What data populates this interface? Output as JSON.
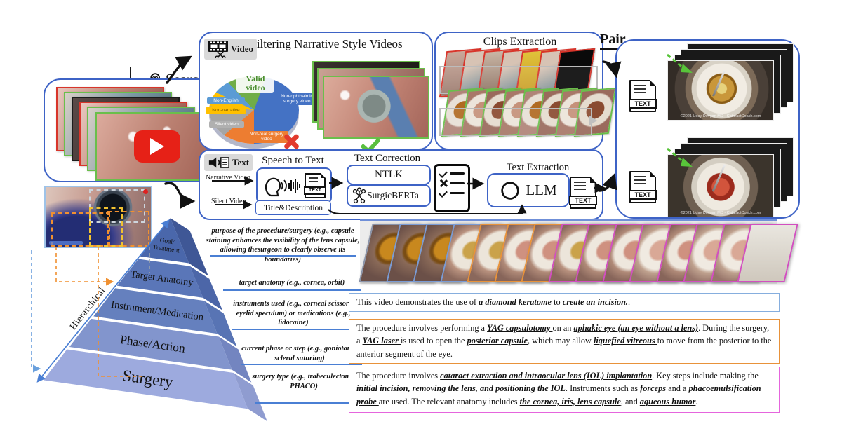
{
  "search": {
    "label": "Search",
    "frames": [
      {
        "border": "#d8352b",
        "look": "ss1"
      },
      {
        "border": "#6abf4b",
        "look": "ss2"
      },
      {
        "border": "#1c1c1c",
        "look": "ss3"
      },
      {
        "border": "#d8352b",
        "look": "ss1"
      },
      {
        "border": "#6abf4b",
        "look": "ss2"
      }
    ]
  },
  "filtering": {
    "title": "Filtering Narrative Style Videos",
    "icon_label": "Video",
    "pie": {
      "start": 20,
      "slices": [
        {
          "label": "Non-ophthalmic surgery video",
          "color": "#4472c4",
          "deg": 140,
          "pct": 38.9
        },
        {
          "label": "Non-real surgery video",
          "color": "#ed7d31",
          "deg": 50,
          "pct": 13.9
        },
        {
          "label": "Silent video",
          "color": "#a5a5a5",
          "deg": 45,
          "pct": 12.5
        },
        {
          "label": "Non-narrative",
          "color": "#ffc000",
          "deg": 20,
          "pct": 5.6
        },
        {
          "label": "Non-English",
          "color": "#5b9bd5",
          "deg": 22,
          "pct": 6.1
        },
        {
          "label": "Valid video",
          "color": "#70ad47",
          "deg": 83,
          "pct": 23.0
        }
      ]
    }
  },
  "clips": {
    "title": "Clips Extraction",
    "row1": {
      "border": "#d8352b",
      "looks": [
        "t1",
        "t2",
        "t3",
        "t2",
        "t4",
        "t2",
        "t5"
      ]
    },
    "row2": {
      "border": "#6abf4b",
      "looks": [
        "e1",
        "e2",
        "e3",
        "e2",
        "e1",
        "e3",
        "e2",
        "e3"
      ]
    }
  },
  "pair": {
    "label": "Pair",
    "text_icon_label": "TEXT",
    "watermark": "©2021 Uday Devgan MD - CataractCoach.com"
  },
  "textpipe": {
    "icon_label": "Text",
    "narrative_video": "Narrative Video",
    "silent_video": "Silent Video",
    "speech_to_text": "Speech to Text",
    "title_description": "Title&Description",
    "text_correction": "Text Correction",
    "ntlk": "NTLK",
    "surgicberta": "SurgicBERTa",
    "text_extraction": "Text Extraction",
    "llm": "LLM"
  },
  "pyramid": {
    "hierarchical": "Hierarchical",
    "levels": [
      {
        "label": "Goal/Treatment",
        "line1": "Goal/",
        "line2": "Treatment"
      },
      {
        "label": "Target Anatomy"
      },
      {
        "label": "Instrument/Medication"
      },
      {
        "label": "Phase/Action"
      },
      {
        "label": "Surgery"
      }
    ],
    "annotations": [
      {
        "text": "purpose of the procedure/surgery (e.g., capsule staining enhances the visibility of the lens capsule, allowing thesurgeon to clearly observe its boundaries)"
      },
      {
        "text": "target anatomy (e.g., cornea, orbit)"
      },
      {
        "text": "instruments used (e.g., corneal scissors, eyelid speculum) or medications (e.g., lidocaine)"
      },
      {
        "text": "current phase or step (e.g., goniotomy, scleral suturing)"
      },
      {
        "text": "surgery type (e.g., trabeculectomy, PHACO)"
      }
    ]
  },
  "filmstrip": {
    "frames": [
      {
        "border": "#8a93a8",
        "look": "a"
      },
      {
        "border": "#7a9bd4",
        "look": "a"
      },
      {
        "border": "#7a9bd4",
        "look": "a"
      },
      {
        "border": "#7a9bd4",
        "look": "b"
      },
      {
        "border": "#e8923a",
        "look": "b"
      },
      {
        "border": "#e8923a",
        "look": "c"
      },
      {
        "border": "#e8923a",
        "look": "c"
      },
      {
        "border": "#d24fc0",
        "look": "b"
      },
      {
        "border": "#d24fc0",
        "look": "c"
      },
      {
        "border": "#d24fc0",
        "look": "c"
      },
      {
        "border": "#d24fc0",
        "look": "d"
      },
      {
        "border": "#d24fc0",
        "look": "c"
      },
      {
        "border": "#d24fc0",
        "look": "d"
      },
      {
        "border": "#d24fc0",
        "look": "d"
      },
      {
        "border": "#d24fc0",
        "look": "e"
      }
    ]
  },
  "captions": [
    {
      "border": "#86aede",
      "runs": [
        {
          "t": "This video demonstrates the use of "
        },
        {
          "t": "a diamond keratome ",
          "em": true
        },
        {
          "t": "to "
        },
        {
          "t": "create an incision.",
          "em": true
        },
        {
          "t": "."
        }
      ]
    },
    {
      "border": "#e8923a",
      "runs": [
        {
          "t": "The procedure involves performing a "
        },
        {
          "t": "YAG capsulotomy ",
          "em": true
        },
        {
          "t": "on an "
        },
        {
          "t": "aphakic eye (an eye without a lens)",
          "em": true
        },
        {
          "t": ". During the surgery, a "
        },
        {
          "t": "YAG laser ",
          "em": true
        },
        {
          "t": "is used to open the "
        },
        {
          "t": "posterior capsule",
          "em": true
        },
        {
          "t": ", which may allow "
        },
        {
          "t": "liquefied vitreous ",
          "em": true
        },
        {
          "t": "to move from the posterior to the anterior segment of the eye."
        }
      ]
    },
    {
      "border": "#e565dd",
      "runs": [
        {
          "t": "The procedure involves "
        },
        {
          "t": "cataract extraction and intraocular lens (IOL) implantation",
          "em": true
        },
        {
          "t": ". Key steps include making the "
        },
        {
          "t": "initial incision, removing the lens, and positioning the IOL",
          "em": true
        },
        {
          "t": ". Instruments such as "
        },
        {
          "t": "forceps",
          "em": true
        },
        {
          "t": " and a "
        },
        {
          "t": "phacoemulsification probe ",
          "em": true
        },
        {
          "t": "are used. The relevant anatomy includes "
        },
        {
          "t": "the cornea, iris, lens capsule",
          "em": true
        },
        {
          "t": ", and "
        },
        {
          "t": "aqueous humor",
          "em": true
        },
        {
          "t": "."
        }
      ]
    }
  ]
}
